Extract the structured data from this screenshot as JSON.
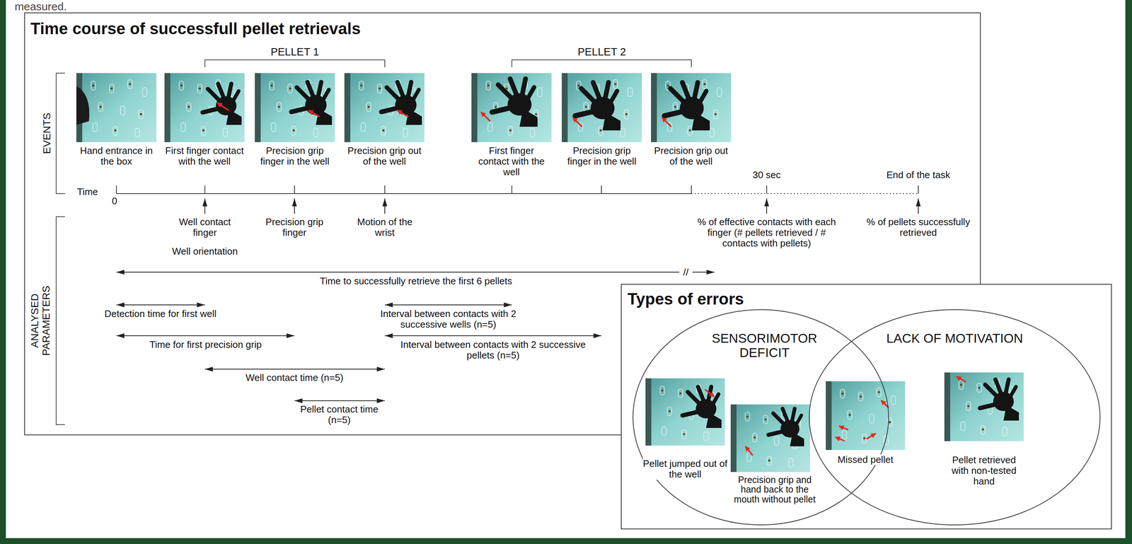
{
  "diagram": {
    "nodes": [
      {
        "text": [
          "Time course of successfull pellet retrievals"
        ]
      },
      {
        "text": [
          "Types of errors"
        ]
      },
      {
        "text": [
          "SENSORIMOTOR DEFICIT"
        ],
        "in": 1
      },
      {
        "text": [
          "LACK OF MOTIVATION"
        ],
        "in": 1
      }
    ],
    "labels": [
      "measured.",
      "PELLET 1",
      "PELLET 2",
      "EVENTS",
      "ANALYSED PARAMETERS",
      "Hand entrance in the box",
      "First finger contact with the well",
      "Precision grip finger in the well",
      "Precision grip out of the well",
      "First finger contact with the well",
      "Precision grip finger in the well",
      "Precision grip out of the well",
      "Time",
      "0",
      "30 sec",
      "End of the task",
      "Well contact finger",
      "Well orientation",
      "Precision grip finger",
      "Motion of the wrist",
      "% of effective contacts with each finger (# pellets retrieved / # contacts with pellets)",
      "% of pellets successfully retrieved",
      "Time to successfully retrieve the first 6 pellets",
      "//",
      "Detection time for first well",
      "Interval between contacts with 2 successive wells (n=5)",
      "Time for first precision grip",
      "Interval between contacts with 2 successive pellets (n=5)",
      "Well contact time (n=5)",
      "Pellet contact time (n=5)",
      "Pellet jumped out of the well",
      "Precision grip and hand back to the mouth without pellet",
      "Missed pellet",
      "Pellet retrieved with non-tested hand"
    ]
  }
}
